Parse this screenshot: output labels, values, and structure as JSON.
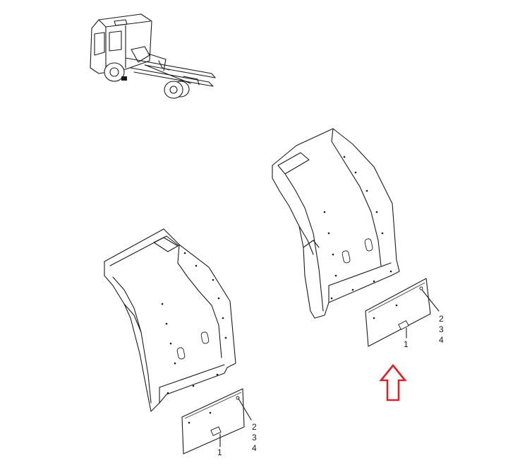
{
  "colors": {
    "line": "#1a1a1a",
    "arrow": "#d8232a",
    "background": "#ffffff"
  },
  "left_plate": {
    "callout_bottom": "1",
    "callouts_side": [
      "2",
      "3",
      "4"
    ]
  },
  "right_plate": {
    "callout_bottom": "1",
    "callouts_side": [
      "2",
      "3",
      "4"
    ]
  },
  "indicator_icon": "up-arrow-icon"
}
